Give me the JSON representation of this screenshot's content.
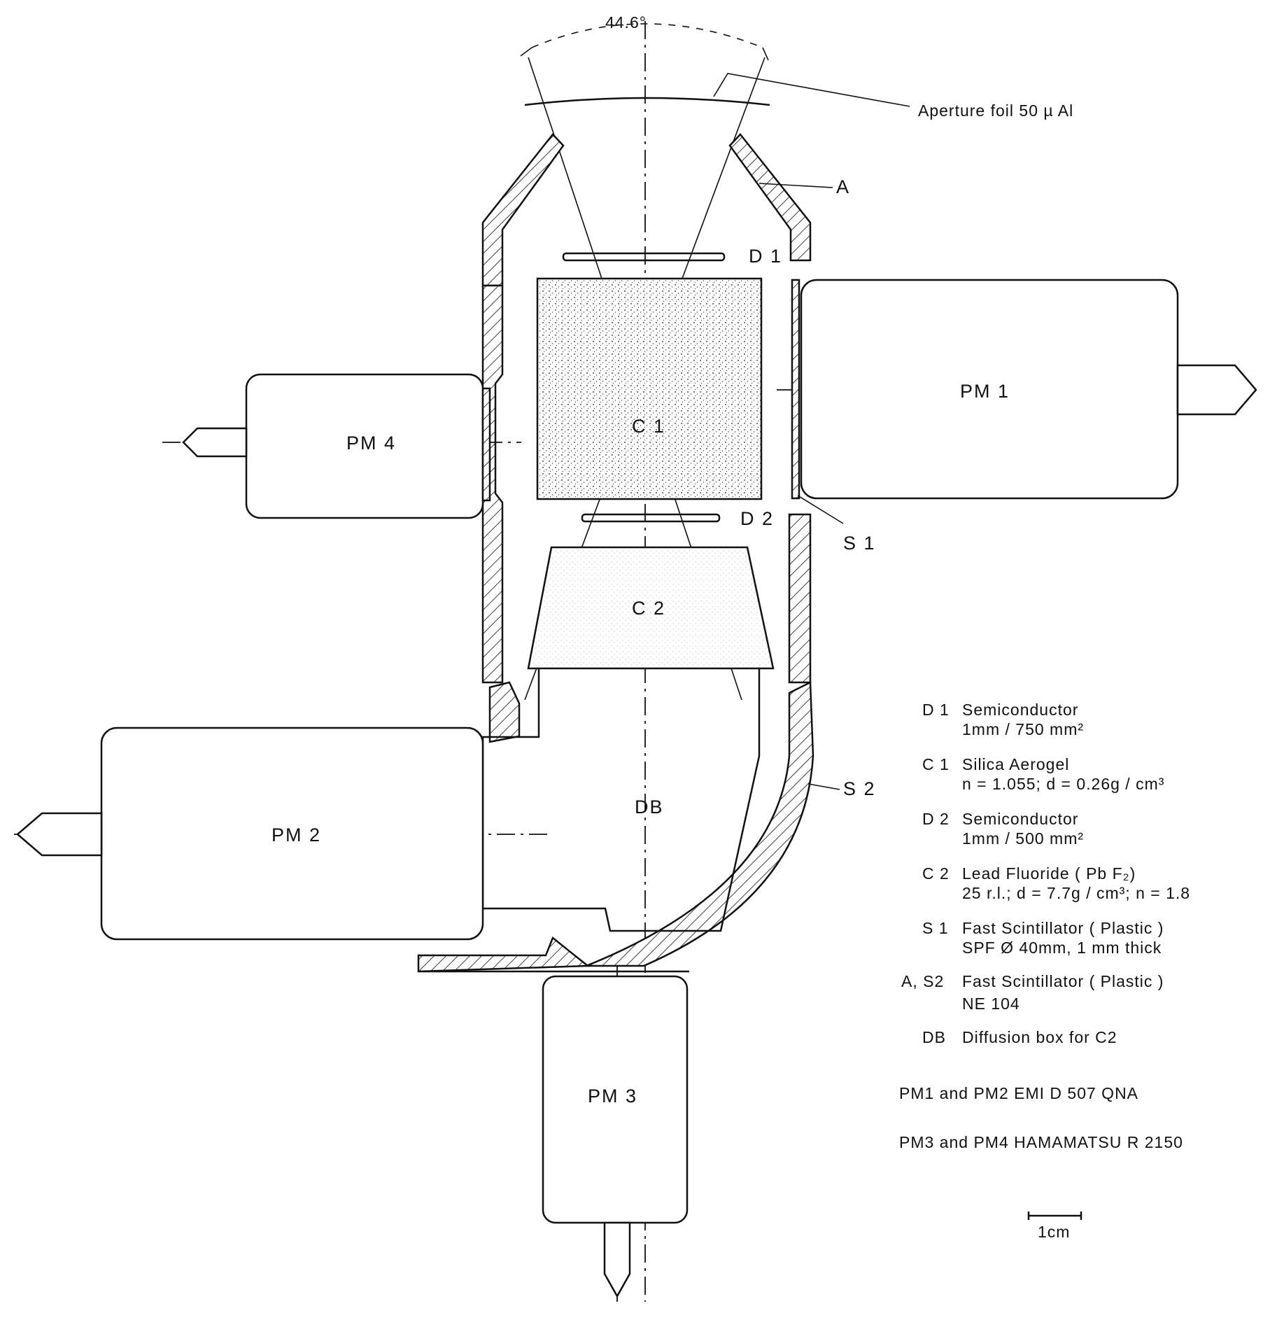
{
  "labels": {
    "angle": "44.6°",
    "aperture": "Aperture foil 50 µ Al",
    "a": "A",
    "d1": "D 1",
    "d2": "D 2",
    "c1": "C 1",
    "c2": "C 2",
    "s1": "S 1",
    "s2": "S 2",
    "db": "DB",
    "pm1": "PM 1",
    "pm2": "PM 2",
    "pm3": "PM 3",
    "pm4": "PM 4"
  },
  "legend": {
    "d1": {
      "key": "D 1",
      "line1": "Semiconductor",
      "line2": "1mm / 750 mm²"
    },
    "c1": {
      "key": "C 1",
      "line1": "Silica Aerogel",
      "line2": "n = 1.055; d = 0.26g / cm³"
    },
    "d2": {
      "key": "D 2",
      "line1": "Semiconductor",
      "line2": "1mm / 500 mm²"
    },
    "c2": {
      "key": "C 2",
      "line1": "Lead Fluoride ( Pb F₂)",
      "line2": "25 r.l.; d = 7.7g / cm³; n = 1.8"
    },
    "s1": {
      "key": "S 1",
      "line1": "Fast Scintillator ( Plastic )",
      "line2": "SPF Ø 40mm, 1 mm thick"
    },
    "as2": {
      "key": "A, S2",
      "line1": "Fast Scintillator ( Plastic )",
      "line2": "NE 104"
    },
    "db": {
      "key": "DB",
      "line1": "Diffusion box for C2"
    },
    "pm12": "PM1 and PM2 EMI D 507 QNA",
    "pm34": "PM3 and PM4 HAMAMATSU R 2150"
  },
  "scale": "1cm"
}
